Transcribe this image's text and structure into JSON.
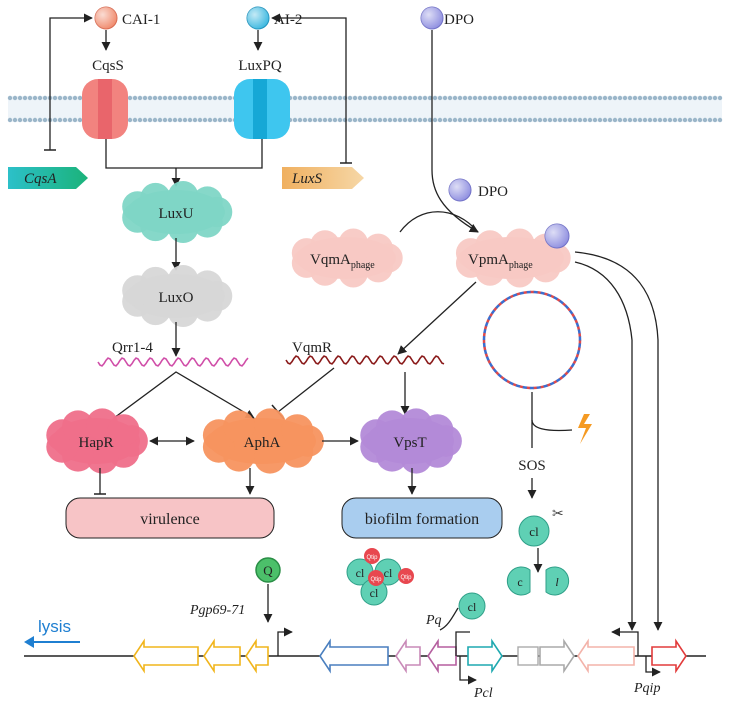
{
  "signals": {
    "cai1": "CAI-1",
    "ai2": "AI-2",
    "dpo_top": "DPO",
    "dpo_mid": "DPO"
  },
  "receptors": {
    "cqss": "CqsS",
    "luxpq": "LuxPQ"
  },
  "genes": {
    "cqsa": "CqsA",
    "luxs": "LuxS"
  },
  "proteins": {
    "luxu": "LuxU",
    "luxo": "LuxO",
    "vqma_main": "VqmA",
    "vqma_sub": "phage",
    "vpma_main": "VpmA",
    "vpma_sub": "phage",
    "hapr": "HapR",
    "apha": "AphA",
    "vpst": "VpsT"
  },
  "rnas": {
    "qrr": "Qrr1-4",
    "vqmr": "VqmR"
  },
  "outcomes": {
    "virulence": "virulence",
    "biofilm": "biofilm formation"
  },
  "sos": {
    "label": "SOS",
    "cl": "cl",
    "c": "c",
    "l": "l"
  },
  "complex": {
    "cl": "cl",
    "qtip": "Qtip"
  },
  "q_protein": "Q",
  "cl_free": "cl",
  "promoters": {
    "pgp": "Pgp69-71",
    "pq": "Pq",
    "pcl": "Pcl",
    "pqip": "Pqip"
  },
  "lysis": "lysis",
  "colors": {
    "cai1": "#f08a6c",
    "ai2": "#3bb8e0",
    "dpo": "#8f8fe0",
    "cqss": "#f2837f",
    "luxpq": "#3ec6ef",
    "luxu": "#7fd6c6",
    "luxo": "#d7d7d7",
    "hapr": "#ef6f8a",
    "apha": "#f7945f",
    "vpst": "#b38ad8",
    "vqma": "#f8c9c4",
    "virulence_box": "#f7c4c6",
    "biofilm_box": "#a9cdef",
    "lysis": "#1f7fd1"
  }
}
